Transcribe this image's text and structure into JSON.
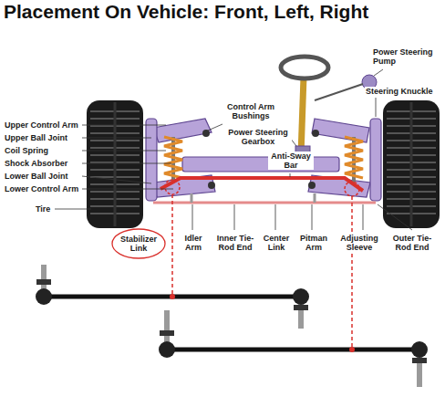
{
  "diagram": {
    "title": "Placement On Vehicle: Front, Left, Right",
    "nodes": [
      {
        "text": [
          "Stabilizer Link"
        ]
      }
    ],
    "labels": [
      "Upper Control Arm",
      "Upper Ball Joint",
      "Coil Spring",
      "Shock Absorber",
      "Lower Ball Joint",
      "Lower Control Arm",
      "Tire",
      "Control Arm Bushings",
      "Power Steering Gearbox",
      "Anti-Sway Bar",
      "Power Steering Pump",
      "Steering Knuckle",
      "Idler Arm",
      "Inner Tie-Rod End",
      "Center Link",
      "Pitman Arm",
      "Adjusting Sleeve",
      "Outer Tie-Rod End"
    ]
  }
}
